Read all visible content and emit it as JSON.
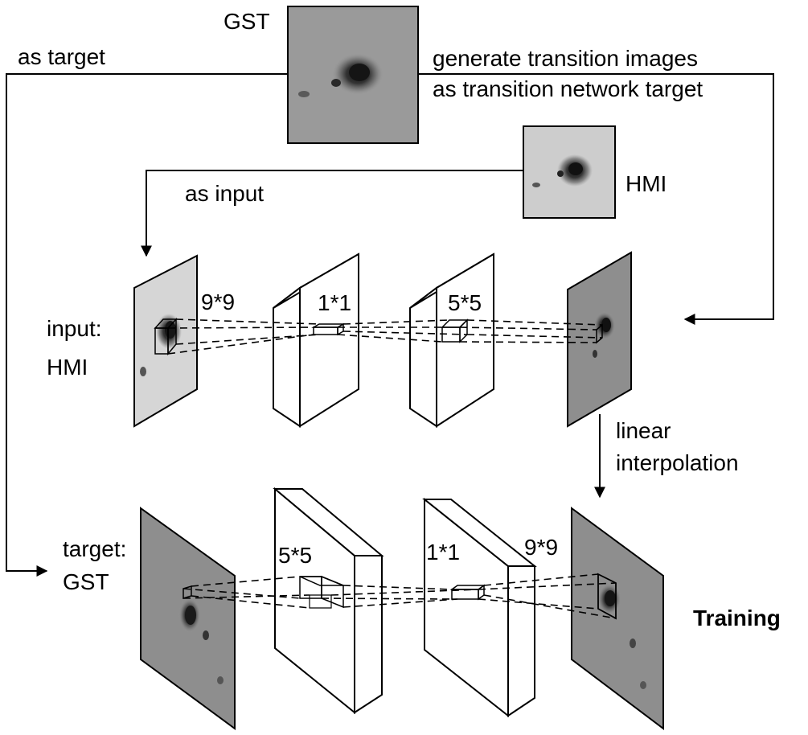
{
  "labels": {
    "gst_top": "GST",
    "as_target": "as target",
    "generate_line1": "generate transition images",
    "generate_line2": "as transition network target",
    "hmi_small": "HMI",
    "as_input": "as input",
    "input_line1": "input:",
    "input_line2": "HMI",
    "kernel_9x9_top": "9*9",
    "kernel_1x1_top": "1*1",
    "kernel_5x5_top": "5*5",
    "linear_line1": "linear",
    "linear_line2": "interpolation",
    "target_line1": "target:",
    "target_line2": "GST",
    "kernel_5x5_bottom": "5*5",
    "kernel_1x1_bottom": "1*1",
    "kernel_9x9_bottom": "9*9",
    "training": "Training"
  },
  "colors": {
    "line": "#000000",
    "gst_image": "#9a9a9a",
    "hmi_image": "#cdcdcd",
    "input_image": "#d6d6d6",
    "output_image": "#8e8e8e",
    "sunspot": "#1a1a1a",
    "block_face": "#ffffff"
  }
}
